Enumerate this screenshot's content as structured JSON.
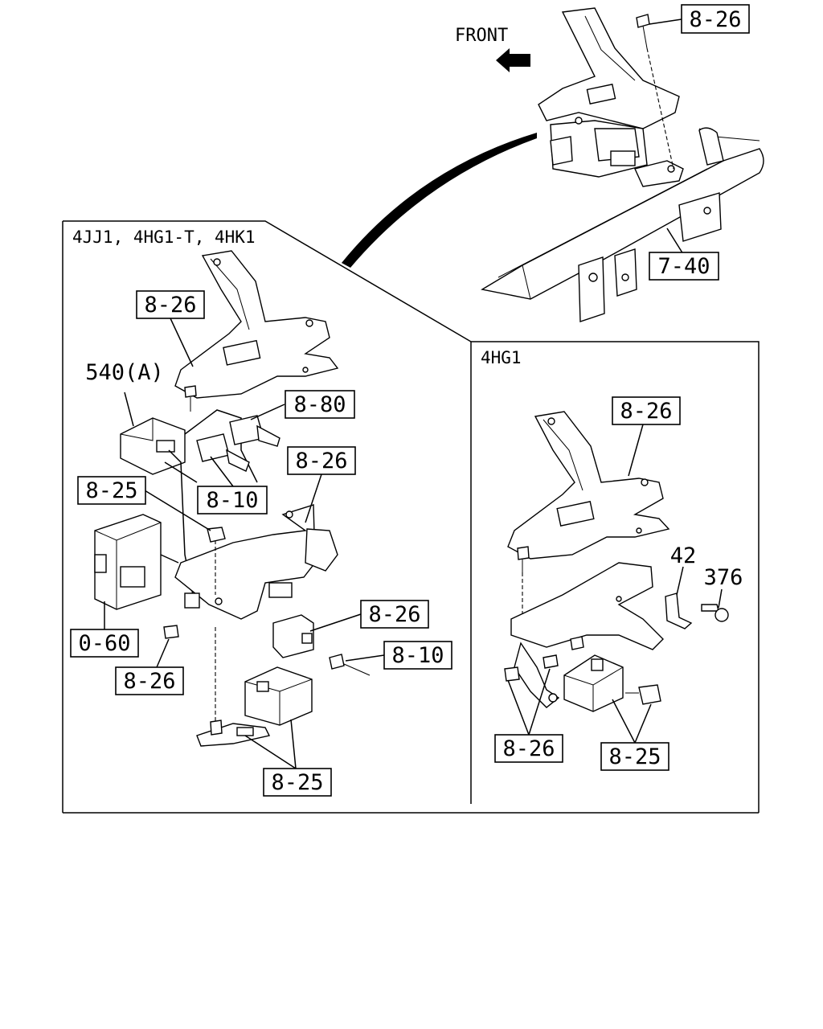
{
  "front_label": "FRONT",
  "sections": {
    "left_title": "4JJ1, 4HG1-T, 4HK1",
    "right_title": "4HG1"
  },
  "callouts": {
    "top_bolt": "8-26",
    "frame": "7-40",
    "left_bracket": "8-26",
    "relay_a": "540(A)",
    "connector_80": "8-80",
    "connector_10_upper": "8-10",
    "plate_bracket": "8-26",
    "nut_upper": "8-25",
    "ecu": "0-60",
    "nut_lower": "8-26",
    "relay_mid": "8-26",
    "connector_10_lower": "8-10",
    "relay_bottom": "8-25",
    "right_bracket": "8-26",
    "part_42": "42",
    "part_376": "376",
    "right_nuts": "8-26",
    "right_relay": "8-25"
  }
}
